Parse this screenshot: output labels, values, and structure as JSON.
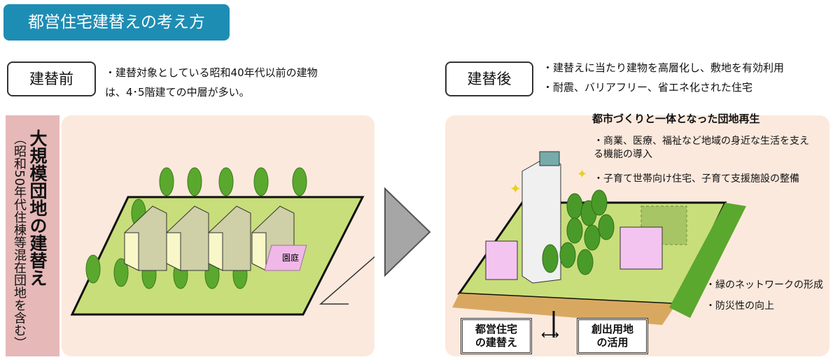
{
  "title": "都営住宅建替えの考え方",
  "before": {
    "label": "建替前",
    "desc_line1": "・建替対象としている昭和40年代以前の建物",
    "desc_line2": "は、4･5階建ての中層が多い。",
    "side_main": "大規模団地の建替え",
    "side_sub": "（昭和50年代住棟等混在団地を含む）",
    "garden": "園庭"
  },
  "after": {
    "label": "建替後",
    "desc_line1": "・建替えに当たり建物を高層化し、敷地を有効利用",
    "desc_line2": "・耐震、バリアフリー、省エネ化された住宅",
    "heading": "都市づくりと一体となった団地再生",
    "bullet1_line1": "・商業、医療、福祉など地域の身近な生活を支え",
    "bullet1_line2": "る機能の導入",
    "bullet2": "・子育て世帯向け住宅、子育て支援施設の整備",
    "green_network": "・緑のネットワークの形成",
    "disaster": "・防災性の向上",
    "caption_left_1": "都営住宅",
    "caption_left_2": "の建替え",
    "caption_right_1": "創出用地",
    "caption_right_2": "の活用"
  },
  "colors": {
    "title_bg": "#1e8db4",
    "panel": "#fce9dd",
    "side": "#e6b8b8",
    "ground": "#c8de7a",
    "tree": "#5aa82e",
    "arrow": "#a6a6a6"
  }
}
